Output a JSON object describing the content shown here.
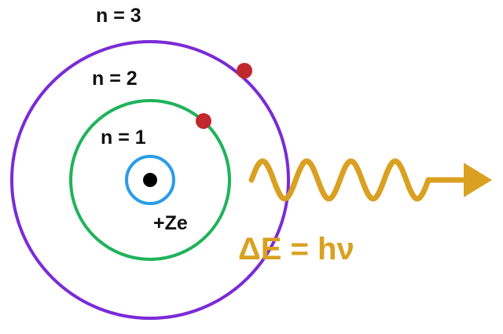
{
  "labels": {
    "orbit3": "n = 3",
    "orbit2": "n = 2",
    "orbit1": "n = 1",
    "nucleus": "+Ze",
    "equation": "ΔE = hν"
  },
  "colors": {
    "orbit3": "#7a2bd6",
    "orbit2": "#1fb35a",
    "orbit1": "#2a9be8",
    "nucleus": "#000000",
    "electron": "#c0282e",
    "photon": "#d9a021"
  }
}
